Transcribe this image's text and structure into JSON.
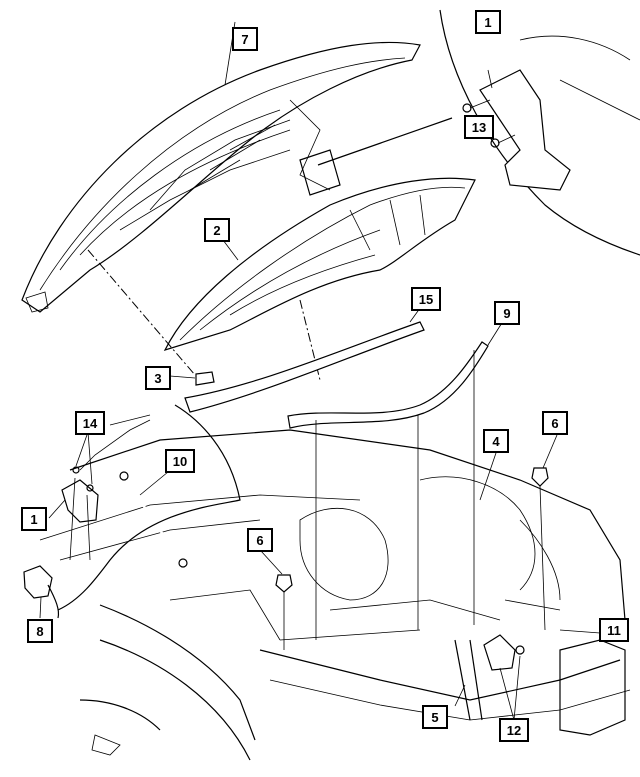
{
  "callouts": {
    "c1_top": "1",
    "c13": "13",
    "c7": "7",
    "c2": "2",
    "c15": "15",
    "c9": "9",
    "c3": "3",
    "c14": "14",
    "c10": "10",
    "c4": "4",
    "c6_right": "6",
    "c1_left": "1",
    "c6_mid": "6",
    "c8": "8",
    "c11": "11",
    "c5": "5",
    "c12": "12"
  }
}
